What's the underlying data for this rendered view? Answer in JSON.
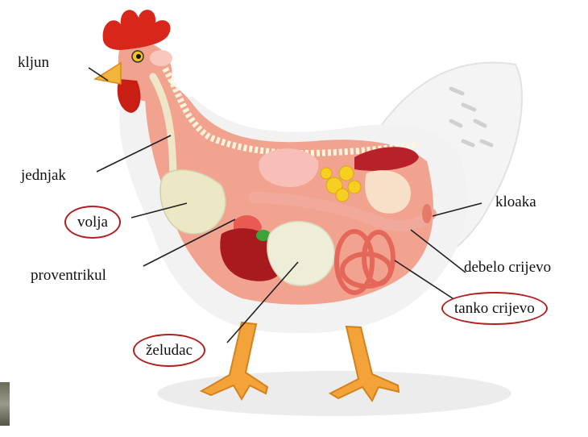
{
  "labels": {
    "kljun": "kljun",
    "jednjak": "jednjak",
    "volja": "volja",
    "proventrikul": "proventrikul",
    "zeludac": "želudac",
    "kloaka": "kloaka",
    "debelo": "debelo crijevo",
    "tanko": "tanko crijevo"
  },
  "colors": {
    "highlight_circle": "#b02020",
    "body_interior": "#f2a38f",
    "comb": "#d8261b",
    "legs": "#f4a23a",
    "feathers": "#eeeeee"
  }
}
